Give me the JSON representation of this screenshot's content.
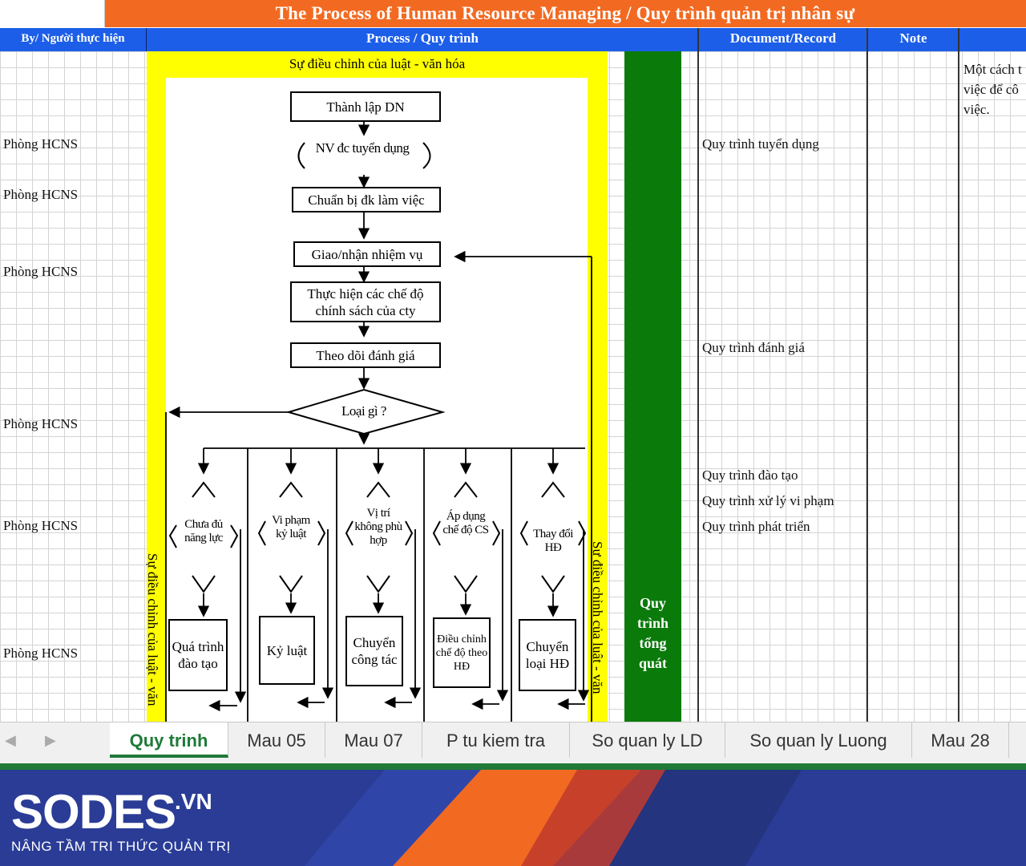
{
  "sheet": {
    "title": "The Process of Human Resource Managing / Quy trình quản trị nhân sự",
    "headers": {
      "by": "By/ Người thực hiện",
      "process": "Process / Quy trình",
      "document": "Document/Record",
      "note": "Note"
    },
    "by_labels": [
      "Phòng HCNS",
      "Phòng HCNS",
      "Phòng HCNS",
      "Phòng HCNS",
      "Phòng HCNS",
      "Phòng HCNS"
    ],
    "documents": [
      "Quy trình tuyển dụng",
      "Quy trình đánh giá",
      "Quy trình đào tạo",
      "Quy trình xử lý vi phạm",
      "Quy trình phát triển"
    ],
    "note_lines": [
      "Một cách t",
      "việc để cô",
      "việc."
    ]
  },
  "flow": {
    "frame_label": "Sự điều chỉnh của luật - văn hóa",
    "side_label_left": "Sự điều chỉnh của luật - văn",
    "side_label_right": "Sự điều chỉnh của luật - văn",
    "steps": [
      "Thành lập DN",
      "NV đc tuyển dụng",
      "Chuẩn bị đk làm việc",
      "Giao/nhận nhiệm vụ",
      "Thực hiện các chế độ chính sách của cty",
      "Theo dõi đánh giá"
    ],
    "decision": "Loại gì ?",
    "branches": [
      {
        "condition": "Chưa đủ năng lực",
        "action": "Quá trình đào tạo"
      },
      {
        "condition": "Vi phạm kỷ luật",
        "action": "Kỷ luật"
      },
      {
        "condition": "Vị trí không phù hợp",
        "action": "Chuyển công tác"
      },
      {
        "condition": "Áp dụng chế độ CS",
        "action": "Điều chỉnh chế độ theo HĐ"
      },
      {
        "condition": "Thay đổi HĐ",
        "action": "Chuyển loại HĐ"
      }
    ],
    "summary_label": "Quy trình tổng quát"
  },
  "tabs": [
    "Quy trinh",
    "Mau 05",
    "Mau 07",
    "P tu kiem tra",
    "So quan ly LD",
    "So quan ly Luong",
    "Mau 28"
  ],
  "active_tab": "Quy trinh",
  "nav": {
    "prev_icon": "chevron-left-icon",
    "next_icon": "chevron-right-icon"
  },
  "footer": {
    "logo": "SODES",
    "logo_suffix": ".VN",
    "tagline": "NÂNG TẦM TRI THỨC QUẢN TRỊ"
  },
  "colors": {
    "title_bg": "#f26a21",
    "header_bg": "#1c5ee8",
    "frame": "#ffff00",
    "summary_bar": "#0a7a0a",
    "active_tab": "#1f7a38",
    "footer_bg": "#2a3c96",
    "footer_accent": "#f26a21"
  }
}
